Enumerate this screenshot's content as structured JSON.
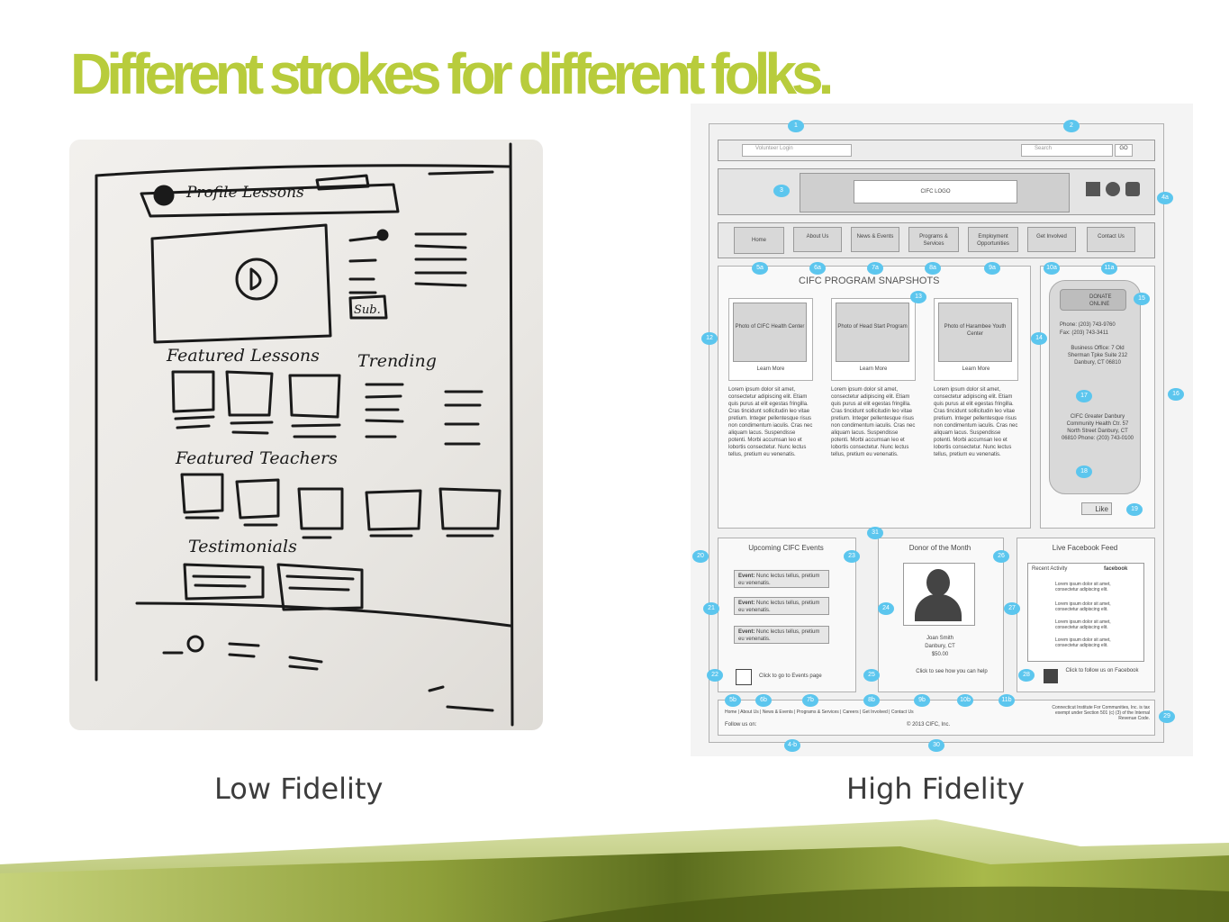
{
  "slide": {
    "title": "Different strokes for different folks.",
    "captions": {
      "low": "Low Fidelity",
      "high": "High Fidelity"
    }
  },
  "sketch": {
    "header_text": "Profile Lessons",
    "button_text": "Sub.",
    "featured_lessons": "Featured Lessons",
    "trending": "Trending",
    "featured_teachers": "Featured Teachers",
    "testimonials": "Testimonials"
  },
  "wireframe": {
    "volunteer_login": "Volunteer Login",
    "search": "Search",
    "go": "GO",
    "logo": "CIFC LOGO",
    "nav": [
      "Home",
      "About Us",
      "News & Events",
      "Programs & Services",
      "Employment Opportunities",
      "Get Involved",
      "Contact Us"
    ],
    "snapshots_title": "CIFC PROGRAM SNAPSHOTS",
    "programs": [
      {
        "photo": "Photo of CIFC Health Center",
        "link": "Learn More"
      },
      {
        "photo": "Photo of Head Start Program",
        "link": "Learn More"
      },
      {
        "photo": "Photo of Harambee Youth Center",
        "link": "Learn More"
      }
    ],
    "lorem": "Lorem ipsum dolor sit amet, consectetur adipiscing elit. Etiam quis purus at elit egestas fringilla. Cras tincidunt sollicitudin leo vitae pretium. Integer pellentesque risus non condimentum iaculis. Cras nec aliquam lacus. Suspendisse potenti. Morbi accumsan leo et lobortis consectetur. Nunc lectus tellus, pretium eu venenatis.",
    "donate": "DONATE ONLINE",
    "phone": "Phone: (203) 743-9760",
    "fax": "Fax: (203) 743-3411",
    "business_office": "Business Office: 7 Old Sherman Tpke Suite 212 Danbury, CT 06810",
    "health_ctr": "CIFC Greater Danbury Community Health Ctr. 57 North Street Danbury, CT 06810 Phone: (203) 743-0100",
    "like": "Like",
    "events_title": "Upcoming CIFC Events",
    "event_label": "Event:",
    "event_text": "Nunc lectus tellus, pretium eu venenatis.",
    "events_link": "Click to go to Events page",
    "donor_title": "Donor of the Month",
    "donor_name": "Joan Smith",
    "donor_city": "Danbury, CT",
    "donor_amount": "$50.00",
    "donor_link": "Click to see how you can help",
    "fb_title": "Live Facebook Feed",
    "fb_recent": "Recent Activity",
    "fb_brand": "facebook",
    "fb_item": "Lorem ipsum dolor sit amet, consectetur adipiscing elit.",
    "fb_link": "Click to follow us on Facebook",
    "footer_links": [
      "Home",
      "About Us",
      "News & Events",
      "Programs & Services",
      "Careers",
      "Get Involved",
      "Contact Us"
    ],
    "follow": "Follow us on:",
    "copyright": "© 2013 CIFC, Inc.",
    "legal": "Connecticut Institute For Communities, Inc. is tax exempt under Section 501 (c) (3) of the Internal Revenue Code.",
    "markers": [
      "1",
      "2",
      "3",
      "4a",
      "5a",
      "6a",
      "7a",
      "8a",
      "9a",
      "10a",
      "11a",
      "12",
      "13",
      "14",
      "15",
      "16",
      "17",
      "18",
      "19",
      "20",
      "21",
      "22",
      "23",
      "24",
      "25",
      "26",
      "27",
      "28",
      "29",
      "30",
      "31",
      "4-b",
      "5b",
      "6b",
      "7b",
      "8b",
      "9b",
      "10b",
      "11b"
    ]
  },
  "colors": {
    "title": "#b8cc3c",
    "marker": "#5cc6ee",
    "band_dark": "#4a5a12",
    "band_light": "#c2cf5a"
  }
}
